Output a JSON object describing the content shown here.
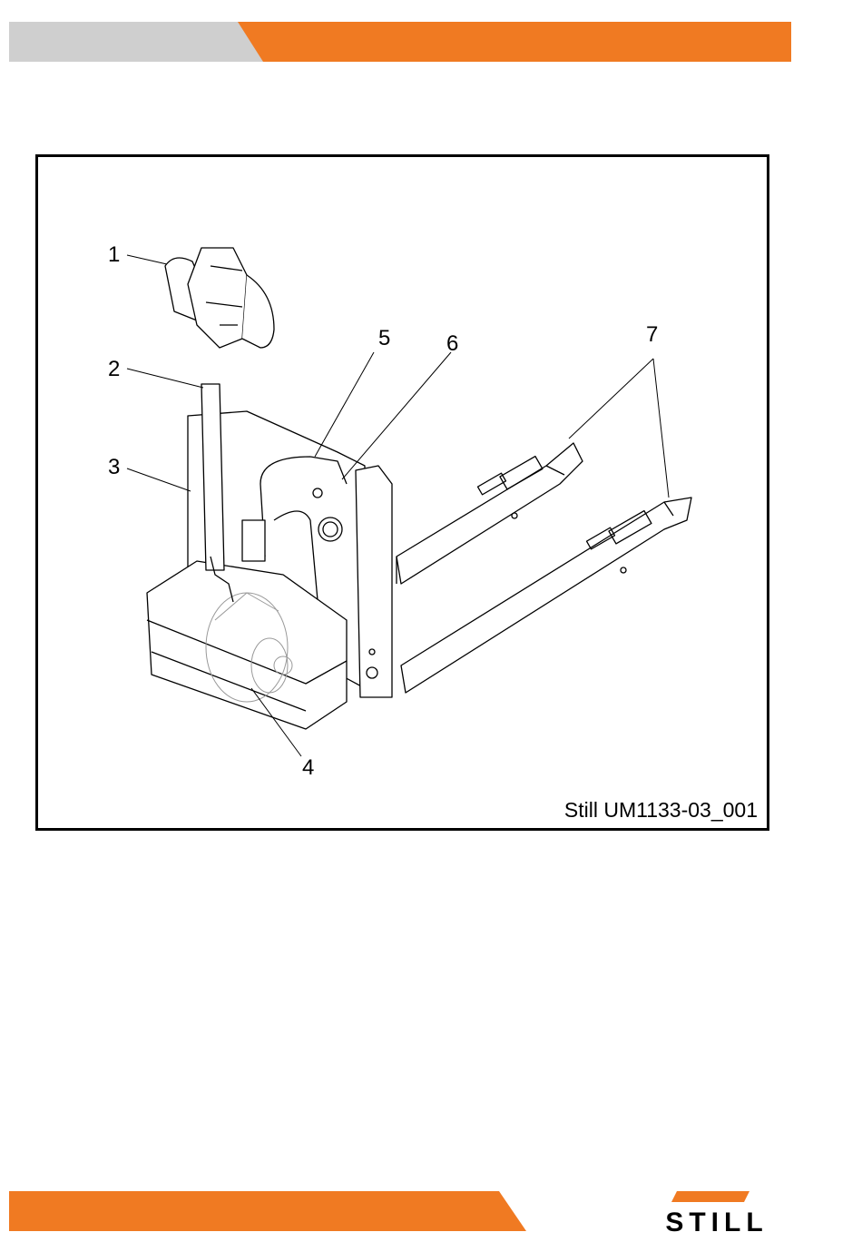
{
  "colors": {
    "accent": "#f07a22",
    "gray": "#cfcfcf",
    "ink": "#000000"
  },
  "figure": {
    "callouts": [
      "1",
      "2",
      "3",
      "4",
      "5",
      "6",
      "7"
    ],
    "figure_id": "Still UM1133-03_001"
  },
  "logo": {
    "text": "STILL"
  }
}
